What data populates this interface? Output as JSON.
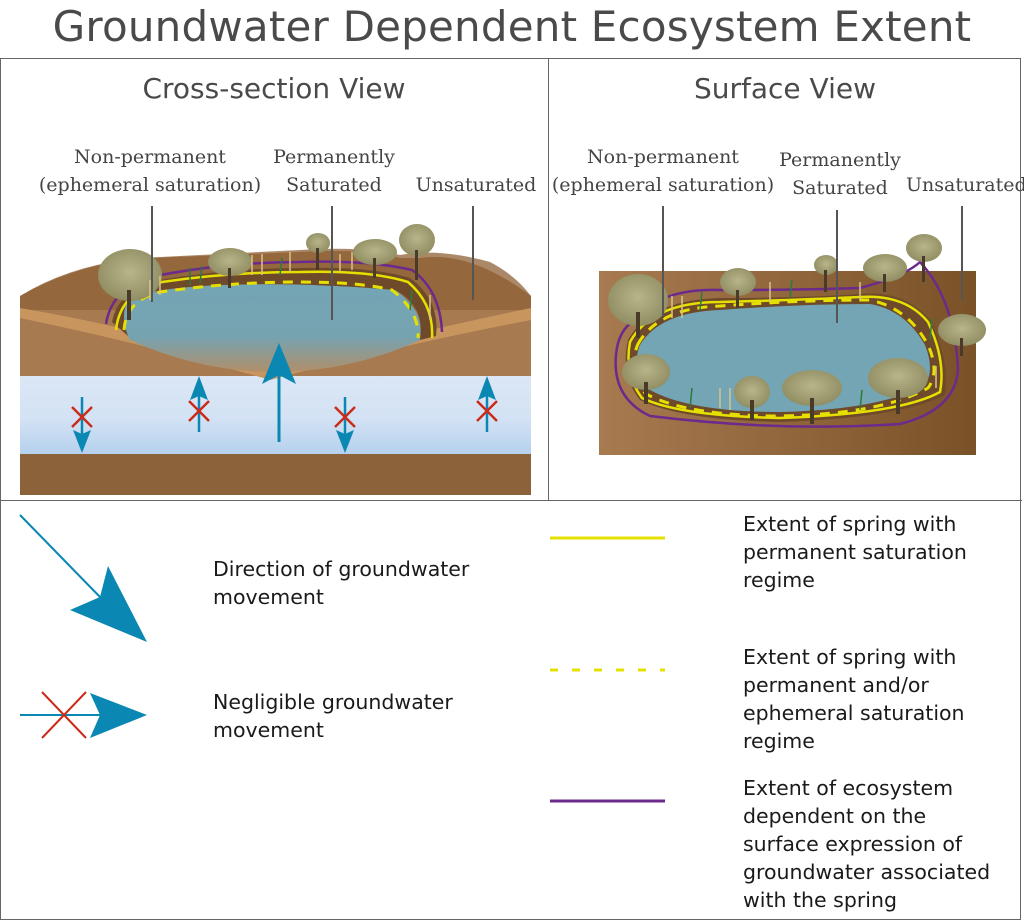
{
  "title": "Groundwater Dependent Ecosystem Extent",
  "cross_section": {
    "heading": "Cross-section View",
    "labels": {
      "non_permanent_1": "Non-permanent",
      "non_permanent_2": "(ephemeral saturation)",
      "permanently_1": "Permanently",
      "permanently_2": "Saturated",
      "unsaturated": "Unsaturated"
    }
  },
  "surface": {
    "heading": "Surface View",
    "labels": {
      "non_permanent_1": "Non-permanent",
      "non_permanent_2": "(ephemeral saturation)",
      "permanently_1": "Permanently",
      "permanently_2": "Saturated",
      "unsaturated": "Unsaturated"
    }
  },
  "legend": {
    "direction": {
      "line1": "Direction of groundwater",
      "line2": "movement"
    },
    "negligible": {
      "line1": "Negligible groundwater",
      "line2": "movement"
    },
    "solid_yellow": {
      "lines": [
        "Extent of spring with",
        "permanent saturation",
        "regime"
      ]
    },
    "dashed_yellow": {
      "lines": [
        "Extent of spring with",
        "permanent and/or",
        "ephemeral saturation",
        "regime"
      ]
    },
    "purple": {
      "lines": [
        "Extent of ecosystem",
        "dependent on the",
        "surface expression of",
        "groundwater associated",
        "with the spring"
      ]
    }
  },
  "colors": {
    "soil_light": "#a87a50",
    "soil_dark": "#8b6239",
    "soil_highlight": "#c9955f",
    "water": "#74a5b4",
    "aquifer": "#cfe0f2",
    "arrow_blue": "#0a87b3",
    "cross_red": "#cc2a1a",
    "yellow": "#e6e000",
    "purple": "#6b2a8c",
    "tree": "#9a9a6a"
  }
}
